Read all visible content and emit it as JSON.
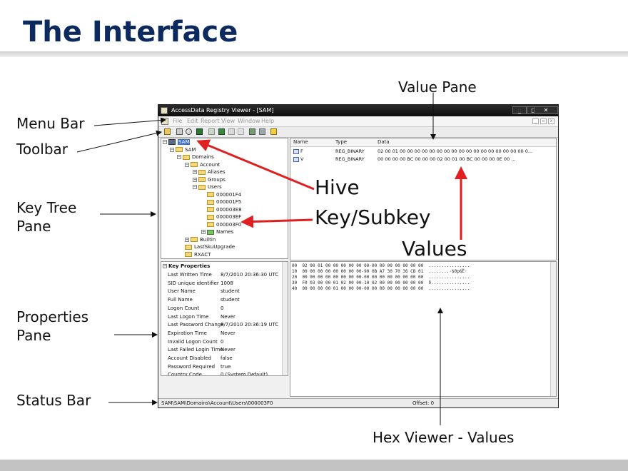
{
  "slide": {
    "title": "The Interface",
    "labels": {
      "menu_bar": "Menu Bar",
      "toolbar": "Toolbar",
      "key_tree_pane": "Key Tree Pane",
      "properties_pane": "Properties Pane",
      "status_bar": "Status Bar",
      "value_pane": "Value Pane",
      "hex_viewer": "Hex Viewer - Values",
      "hive": "Hive",
      "key_subkey": "Key/Subkey",
      "values": "Values"
    },
    "colors": {
      "title": "#0d2a5e",
      "arrow_red": "#e02020"
    }
  },
  "window": {
    "title": "AccessData Registry Viewer - [SAM]",
    "controls": [
      "_",
      "□",
      "✕"
    ],
    "menu": [
      "File",
      "Edit",
      "Report",
      "View",
      "Window",
      "Help"
    ],
    "toolbar_icons": [
      "open-icon",
      "print-icon",
      "find-icon",
      "export-icon",
      "nav-icon",
      "report-icon",
      "properties-icon",
      "grid-icon",
      "back-icon",
      "forward-icon",
      "help-icon"
    ],
    "tree": {
      "hive": "SAM",
      "items": [
        {
          "label": "SAM"
        },
        {
          "label": "Domains"
        },
        {
          "label": "Account"
        },
        {
          "label": "Aliases"
        },
        {
          "label": "Groups"
        },
        {
          "label": "Users"
        },
        {
          "label": "000001F4"
        },
        {
          "label": "000001F5"
        },
        {
          "label": "000003E8"
        },
        {
          "label": "000003EF"
        },
        {
          "label": "000003F0"
        },
        {
          "label": "Names"
        },
        {
          "label": "Builtin"
        },
        {
          "label": "LastSkuUpgrade"
        },
        {
          "label": "RXACT"
        }
      ]
    },
    "values": {
      "columns": [
        "Name",
        "Type",
        "Data"
      ],
      "rows": [
        {
          "name": "F",
          "type": "REG_BINARY",
          "data": "02 00 01 00 00 00 00 00 00 00 00 00 00 00 00 00 00 00 00 00 0..."
        },
        {
          "name": "V",
          "type": "REG_BINARY",
          "data": "00 00 00 00 BC 00 00 00 02 00 01 00 BC 00 00 00 0E 00 ..."
        }
      ]
    },
    "properties": {
      "header": "Key Properties",
      "rows": [
        {
          "k": "Last Written Time",
          "v": "8/7/2010 20:36:30 UTC"
        },
        {
          "k": "SID unique identifier",
          "v": "1008"
        },
        {
          "k": "User Name",
          "v": "student"
        },
        {
          "k": "Full Name",
          "v": "student"
        },
        {
          "k": "Logon Count",
          "v": "0"
        },
        {
          "k": "Last Logon Time",
          "v": "Never"
        },
        {
          "k": "Last Password Change",
          "v": "8/7/2010 20:36:19 UTC"
        },
        {
          "k": "Expiration Time",
          "v": "Never"
        },
        {
          "k": "Invalid Logon Count",
          "v": "0"
        },
        {
          "k": "Last Failed Login Time",
          "v": "Never"
        },
        {
          "k": "Account Disabled",
          "v": "false"
        },
        {
          "k": "Password Required",
          "v": "true"
        },
        {
          "k": "Country Code",
          "v": "0 (System Default)"
        }
      ]
    },
    "hex": {
      "rows": [
        "00  02 00 01 00 00 00 00 00 00-00 00 00 00 00 00 00  ................",
        "10  00 00 00 00 00 00 00 00-90 0B A7 30 70 36 CB 01  ........·$0p6Ë·",
        "20  00 00 00 00 00 00 00 00-00 00 00 00 00 00 00 00  ................",
        "30  F0 03 00 00 01 02 00 00-10 02 00 00 00 00 00 00  ð...............",
        "40  00 00 00 00 01 00 00 00-00 00 00 00 00 00 00 00  ................"
      ]
    },
    "status": {
      "path": "SAM\\SAM\\Domains\\Account\\Users\\000003F0",
      "offset": "Offset: 0"
    }
  }
}
